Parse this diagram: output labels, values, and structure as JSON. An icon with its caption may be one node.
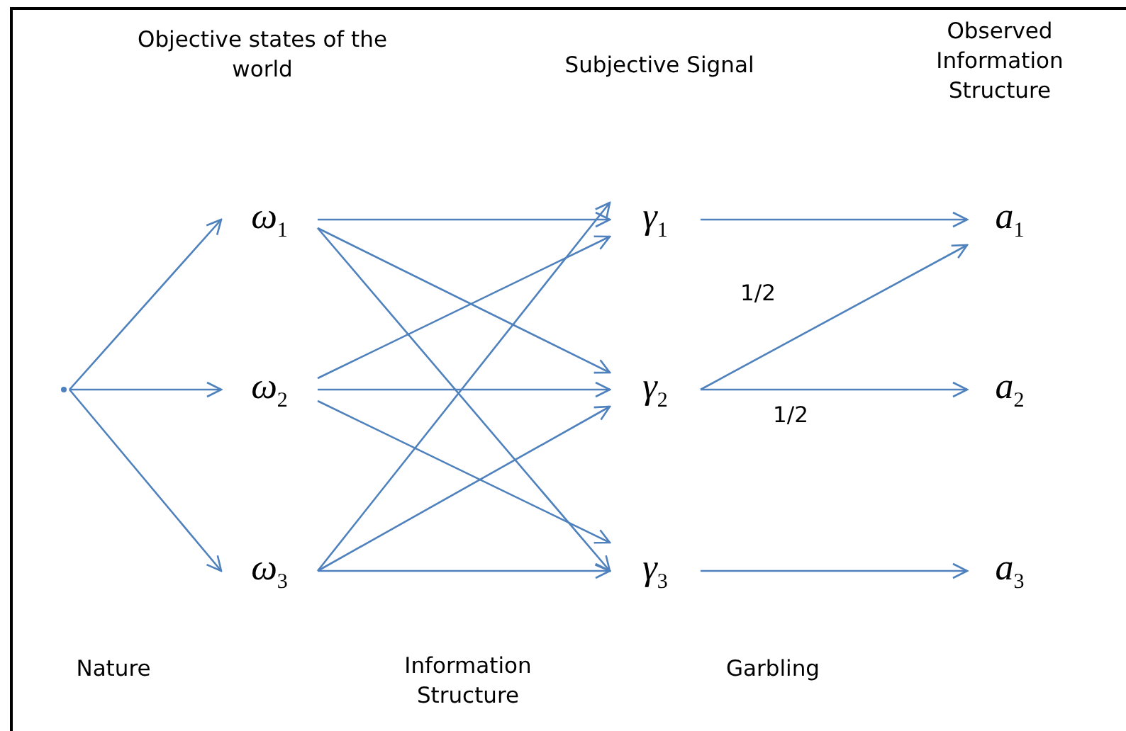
{
  "diagram": {
    "nodes": [
      {
        "text": [],
        "shape": "point"
      },
      {
        "text": [
          "*ω*$_{1}$"
        ]
      },
      {
        "text": [
          "*ω*$_{2}$"
        ]
      },
      {
        "text": [
          "*ω*$_{3}$"
        ]
      },
      {
        "text": [
          "*γ*$_{1}$"
        ]
      },
      {
        "text": [
          "*γ*$_{2}$"
        ]
      },
      {
        "text": [
          "*γ*$_{3}$"
        ]
      },
      {
        "text": [
          "*a*$_{1}$"
        ]
      },
      {
        "text": [
          "*a*$_{2}$"
        ]
      },
      {
        "text": [
          "*a*$_{3}$"
        ]
      }
    ],
    "edges": [
      {
        "from": 0,
        "to": 1,
        "arrow": "to"
      },
      {
        "from": 0,
        "to": 2,
        "arrow": "to"
      },
      {
        "from": 0,
        "to": 3,
        "arrow": "to"
      },
      {
        "from": 1,
        "to": 4,
        "arrow": "to"
      },
      {
        "from": 1,
        "to": 5,
        "arrow": "to"
      },
      {
        "from": 1,
        "to": 6,
        "arrow": "to"
      },
      {
        "from": 2,
        "to": 4,
        "arrow": "to"
      },
      {
        "from": 2,
        "to": 5,
        "arrow": "to"
      },
      {
        "from": 2,
        "to": 6,
        "arrow": "to"
      },
      {
        "from": 3,
        "to": 4,
        "arrow": "to"
      },
      {
        "from": 3,
        "to": 5,
        "arrow": "to"
      },
      {
        "from": 3,
        "to": 6,
        "arrow": "to"
      },
      {
        "from": 4,
        "to": 7,
        "arrow": "to"
      },
      {
        "from": 5,
        "to": 7,
        "arrow": "to",
        "label": "1/2"
      },
      {
        "from": 5,
        "to": 8,
        "arrow": "to",
        "label": "1/2"
      },
      {
        "from": 6,
        "to": 9,
        "arrow": "to"
      }
    ],
    "labels": [
      "Objective states of the world",
      "Subjective Signal",
      "Observed Information Structure",
      "Nature",
      "Information Structure",
      "Garbling"
    ]
  }
}
